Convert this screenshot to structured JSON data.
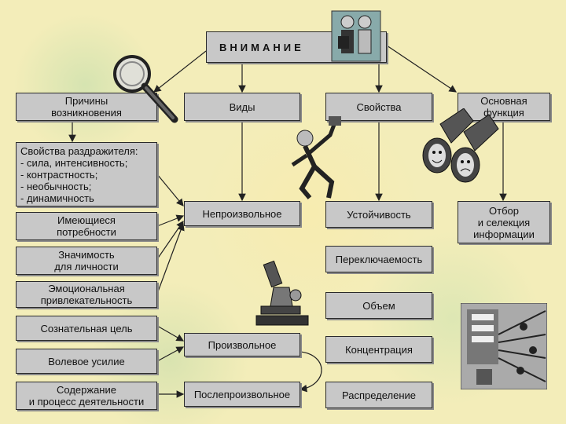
{
  "title": "ВНИМАНИЕ",
  "categories": {
    "causes": "Причины\nвозникновения",
    "types": "Виды",
    "properties": "Свойства",
    "main_function": "Основная\nфункция"
  },
  "causes_list": [
    "Свойства раздражителя:\n- сила, интенсивность;\n- контрастность;\n- необычность;\n- динамичность",
    "Имеющиеся\nпотребности",
    "Значимость\nдля личности",
    "Эмоциональная\nпривлекательность",
    "Сознательная цель",
    "Волевое усилие",
    "Содержание\nи процесс деятельности"
  ],
  "types_list": [
    "Непроизвольное",
    "Произвольное",
    "Послепроизвольное"
  ],
  "properties_list": [
    "Устойчивость",
    "Переключаемость",
    "Объем",
    "Концентрация",
    "Распределение"
  ],
  "function_text": "Отбор\nи селекция\nинформации"
}
